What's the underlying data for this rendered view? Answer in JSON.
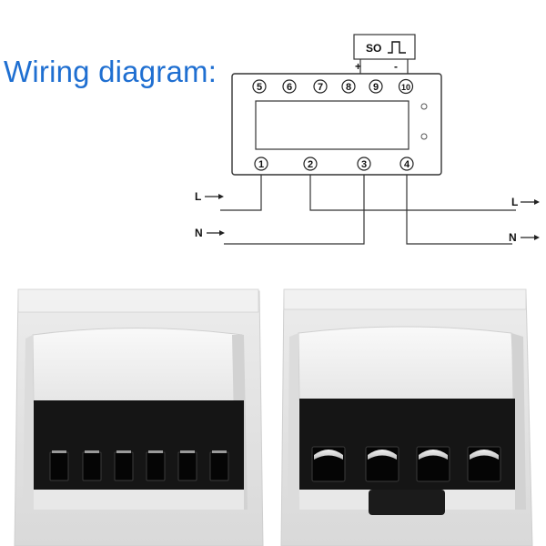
{
  "title": "Wiring diagram:",
  "pulse_output": {
    "label": "SO",
    "plus": "+",
    "minus": "-"
  },
  "top_terminals": [
    "5",
    "6",
    "7",
    "8",
    "9",
    "10"
  ],
  "bottom_terminals": [
    "1",
    "2",
    "3",
    "4"
  ],
  "input_lines": {
    "live": "L",
    "neutral": "N"
  },
  "output_lines": {
    "live": "L",
    "neutral": "N"
  },
  "colors": {
    "title": "#1f6fd1",
    "line": "#333333",
    "housing": "#ebebeb",
    "face": "#151515"
  }
}
